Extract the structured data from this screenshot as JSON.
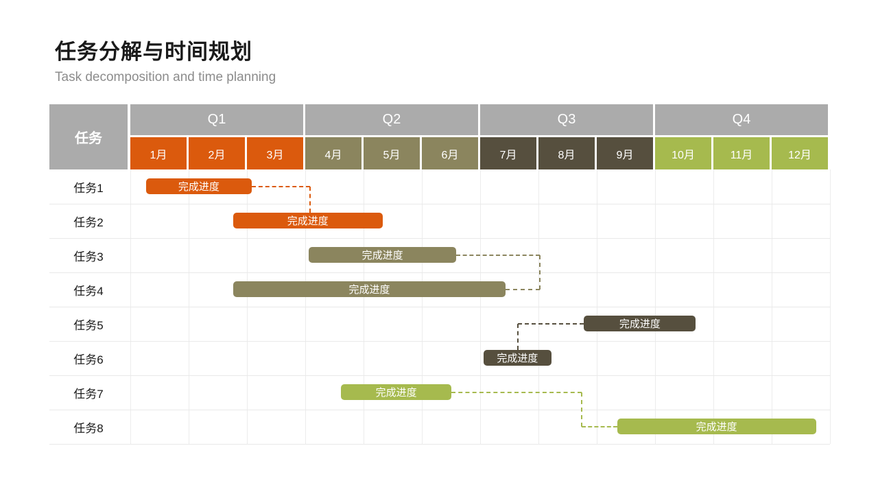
{
  "chart_data": {
    "type": "gantt",
    "title": "任务分解与时间规划",
    "subtitle": "Task decomposition and time planning",
    "task_column_header": "任务",
    "bar_label": "完成进度",
    "x_axis": {
      "unit": "month",
      "range": [
        0,
        12
      ],
      "months": [
        "1月",
        "2月",
        "3月",
        "4月",
        "5月",
        "6月",
        "7月",
        "8月",
        "9月",
        "10月",
        "11月",
        "12月"
      ]
    },
    "quarters": [
      {
        "label": "Q1",
        "months": [
          "1月",
          "2月",
          "3月"
        ],
        "color": "#db5a0d"
      },
      {
        "label": "Q2",
        "months": [
          "4月",
          "5月",
          "6月"
        ],
        "color": "#8b855e"
      },
      {
        "label": "Q3",
        "months": [
          "7月",
          "8月",
          "9月"
        ],
        "color": "#564f3e"
      },
      {
        "label": "Q4",
        "months": [
          "10月",
          "11月",
          "12月"
        ],
        "color": "#a6ba4e"
      }
    ],
    "tasks": [
      {
        "name": "任务1",
        "start_month": 0.27,
        "end_month": 2.08,
        "color": "#db5a0d",
        "bar_label": "完成进度"
      },
      {
        "name": "任务2",
        "start_month": 1.76,
        "end_month": 4.33,
        "color": "#db5a0d",
        "bar_label": "完成进度"
      },
      {
        "name": "任务3",
        "start_month": 3.06,
        "end_month": 5.59,
        "color": "#8b855e",
        "bar_label": "完成进度"
      },
      {
        "name": "任务4",
        "start_month": 1.76,
        "end_month": 6.44,
        "color": "#8b855e",
        "bar_label": "完成进度"
      },
      {
        "name": "任务5",
        "start_month": 7.78,
        "end_month": 9.7,
        "color": "#564f3e",
        "bar_label": "完成进度"
      },
      {
        "name": "任务6",
        "start_month": 6.06,
        "end_month": 7.22,
        "color": "#564f3e",
        "bar_label": "完成进度"
      },
      {
        "name": "任务7",
        "start_month": 3.61,
        "end_month": 5.51,
        "color": "#a6ba4e",
        "bar_label": "完成进度"
      },
      {
        "name": "任务8",
        "start_month": 8.35,
        "end_month": 11.76,
        "color": "#a6ba4e",
        "bar_label": "完成进度"
      }
    ],
    "connectors": [
      {
        "from": "任务1",
        "to": "任务2",
        "color": "#db5a0d",
        "points": [
          [
            2.08,
            0,
            "center"
          ],
          [
            3.08,
            0,
            "center"
          ],
          [
            3.08,
            1,
            "top"
          ]
        ]
      },
      {
        "from": "任务3",
        "to": "任务4",
        "color": "#8b855e",
        "points": [
          [
            5.59,
            2,
            "center"
          ],
          [
            7.02,
            2,
            "center"
          ],
          [
            7.02,
            3,
            "center"
          ],
          [
            6.44,
            3,
            "center"
          ]
        ]
      },
      {
        "from": "任务6",
        "to": "任务5",
        "color": "#564f3e",
        "points": [
          [
            6.65,
            5,
            "top"
          ],
          [
            6.65,
            4,
            "center"
          ],
          [
            7.78,
            4,
            "center"
          ]
        ]
      },
      {
        "from": "任务7",
        "to": "任务8",
        "color": "#a6ba4e",
        "points": [
          [
            5.51,
            6,
            "center"
          ],
          [
            7.74,
            6,
            "center"
          ],
          [
            7.74,
            7,
            "center"
          ],
          [
            8.35,
            7,
            "center"
          ]
        ]
      }
    ],
    "layout": {
      "grid": true,
      "legend": false
    }
  },
  "colors": {
    "background": "#ffffff",
    "header_gray": "#ababab",
    "grid_line": "#ececec",
    "title_text": "#1a1a1a",
    "subtitle_text": "#8c8c8c",
    "bar_text": "#ffffff"
  }
}
